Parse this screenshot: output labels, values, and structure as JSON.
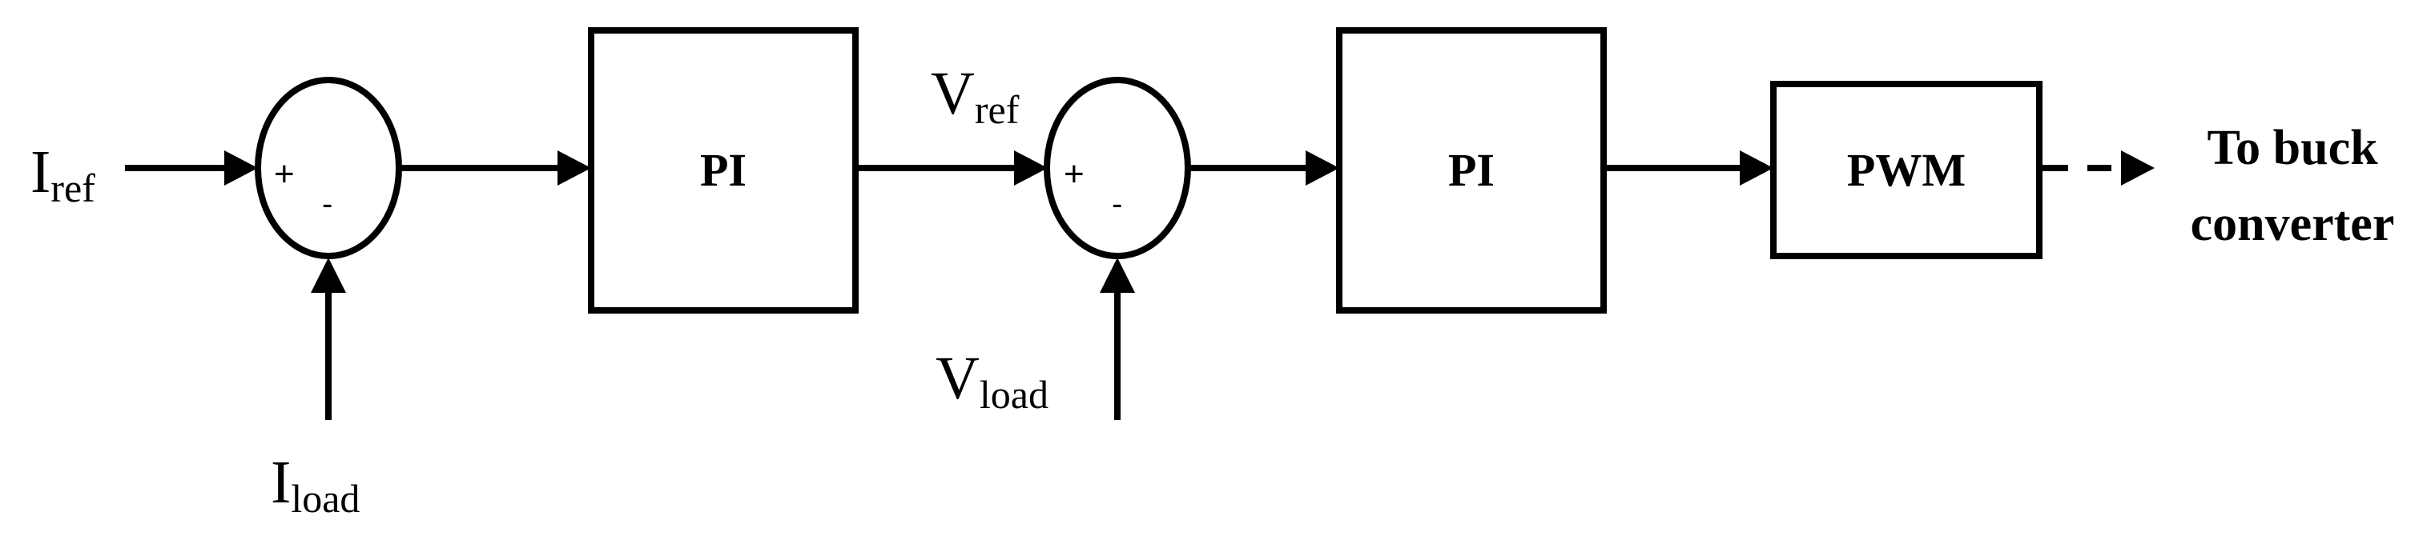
{
  "inputs": {
    "i_ref": {
      "main": "I",
      "sub": "ref"
    },
    "i_load": {
      "main": "I",
      "sub": "load"
    },
    "v_ref": {
      "main": "V",
      "sub": "ref"
    },
    "v_load": {
      "main": "V",
      "sub": "load"
    }
  },
  "summing_junctions": [
    {
      "plus": "+",
      "minus": "-"
    },
    {
      "plus": "+",
      "minus": "-"
    }
  ],
  "blocks": {
    "pi_current": "PI",
    "pi_voltage": "PI",
    "pwm": "PWM"
  },
  "output": {
    "line1": "To buck",
    "line2": "converter"
  }
}
